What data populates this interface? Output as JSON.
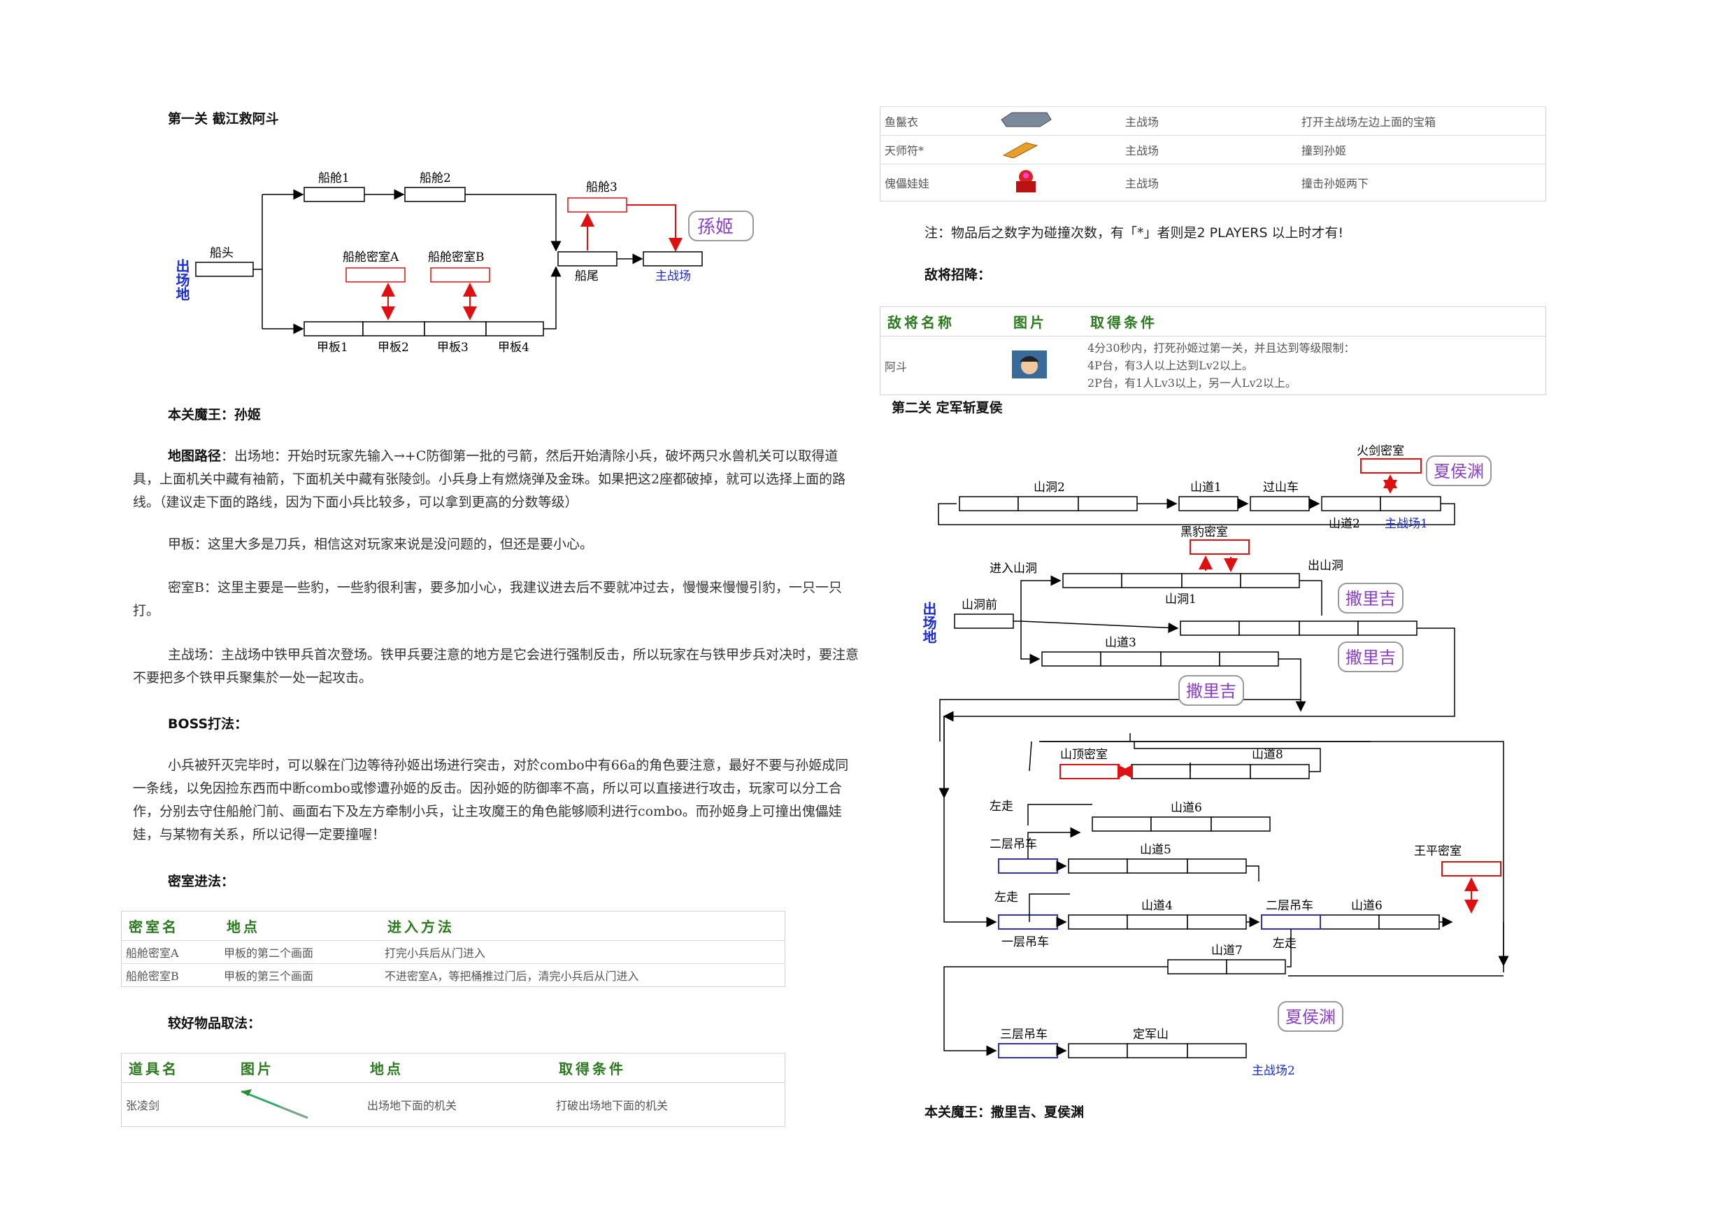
{
  "left": {
    "title": "第一关 截江救阿斗",
    "map1": {
      "start": "出场地",
      "nodes": {
        "chuantou": "船头",
        "cc1": "船舱1",
        "cc2": "船舱2",
        "cc3": "船舱3",
        "ccmsA": "船舱密室A",
        "ccmsB": "船舱密室B",
        "jb1": "甲板1",
        "jb2": "甲板2",
        "jb3": "甲板3",
        "jb4": "甲板4",
        "chuanwei": "船尾",
        "zhuzhanchang": "主战场"
      },
      "boss_bubble": "孫姬"
    },
    "boss_heading": "本关魔王：孙姬",
    "route_label": "地图路径",
    "route_text": "：出场地：开始时玩家先输入→+C防御第一批的弓箭，然后开始清除小兵，破坏两只水兽机关可以取得道具，上面机关中藏有袖箭，下面机关中藏有张陵剑。小兵身上有燃烧弹及金珠。如果把这2座都破掉，就可以选择上面的路线。（建议走下面的路线，因为下面小兵比较多，可以拿到更高的分数等级）",
    "p_jiaban": "甲板：这里大多是刀兵，相信这对玩家来说是没问题的，但还是要小心。",
    "p_mishi": "密室B：这里主要是一些豹，一些豹很利害，要多加小心，我建议进去后不要就冲过去，慢慢来慢慢引豹，一只一只打。",
    "p_zhuzhan": "主战场：主战场中铁甲兵首次登场。铁甲兵要注意的地方是它会进行强制反击，所以玩家在与铁甲步兵对决时，要注意不要把多个铁甲兵聚集於一处一起攻击。",
    "boss_tactic_heading": "BOSS打法：",
    "boss_tactic_text": "小兵被歼灭完毕时，可以躲在门边等待孙姬出场进行突击，对於combo中有66a的角色要注意，最好不要与孙姬成同一条线，以免因捡东西而中断combo或惨遭孙姬的反击。因孙姬的防御率不高，所以可以直接进行攻击，玩家可以分工合作，分别去守住船舱门前、画面右下及左方牵制小兵，让主攻魔王的角色能够顺利进行combo。而孙姬身上可撞出傀儡娃娃，与某物有关系，所以记得一定要撞喔！",
    "secret_heading": "密室进法：",
    "secret_table": {
      "headers": [
        "密室名",
        "地点",
        "进入方法"
      ],
      "rows": [
        [
          "船舱密室A",
          "甲板的第二个画面",
          "打完小兵后从门进入"
        ],
        [
          "船舱密室B",
          "甲板的第三个画面",
          "不进密室A，等把桶推过门后，清完小兵后从门进入"
        ]
      ]
    },
    "items_heading": "较好物品取法：",
    "items_table": {
      "headers": [
        "道具名",
        "图片",
        "地点",
        "取得条件"
      ],
      "rows": [
        [
          "张凌剑",
          "",
          "出场地下面的机关",
          "打破出场地下面的机关"
        ]
      ]
    }
  },
  "right": {
    "items_table2": {
      "rows": [
        [
          "鱼鬣衣",
          "",
          "主战场",
          "打开主战场左边上面的宝箱"
        ],
        [
          "天师符*",
          "",
          "主战场",
          "撞到孙姬"
        ],
        [
          "傀儡娃娃",
          "",
          "主战场",
          "撞击孙姬两下"
        ]
      ]
    },
    "note": "注：物品后之数字为碰撞次数，有「*」者则是2 PLAYERS 以上时才有!",
    "recruit_heading": "敌将招降：",
    "recruit_table": {
      "headers": [
        "敌将名称",
        "图片",
        "取得条件"
      ],
      "rows": [
        [
          "阿斗",
          "",
          "4分30秒内，打死孙姬过第一关，并且达到等级限制：",
          "4P台，有3人以上达到Lv2以上。",
          "2P台，有1人Lv3以上，另一人Lv2以上。"
        ]
      ]
    },
    "title2": "第二关 定军斩夏侯",
    "map2": {
      "start": "出场地",
      "labels": {
        "huojian": "火剑密室",
        "shandong2": "山洞2",
        "shandao1": "山道1",
        "guoshanche": "过山车",
        "shandao2": "山道2",
        "zhuzhanchang1": "主战场1",
        "heibao": "黑豹密室",
        "jinru": "进入山洞",
        "chushan": "出山洞",
        "shandongqian": "山洞前",
        "shandong1": "山洞1",
        "shandao3": "山道3",
        "shanding": "山顶密室",
        "shandao8": "山道8",
        "zuozou1": "左走",
        "shandao6a": "山道6",
        "erceng1": "二层吊车",
        "shandao5": "山道5",
        "wangping": "王平密室",
        "zuozou2": "左走",
        "shandao4": "山道4",
        "erceng2": "二层吊车",
        "shandao6b": "山道6",
        "yiceng": "一层吊车",
        "zuozou3": "左走",
        "shandao7": "山道7",
        "sanceng": "三层吊车",
        "dingjunshan": "定军山",
        "zhuzhanchang2": "主战场2"
      },
      "bubbles": {
        "xiahou1": "夏侯渊",
        "sali1": "撒里吉",
        "sali2": "撒里吉",
        "sali3": "撒里吉",
        "xiahou2": "夏侯渊"
      }
    },
    "boss_heading2": "本关魔王：撒里吉、夏侯渊"
  }
}
